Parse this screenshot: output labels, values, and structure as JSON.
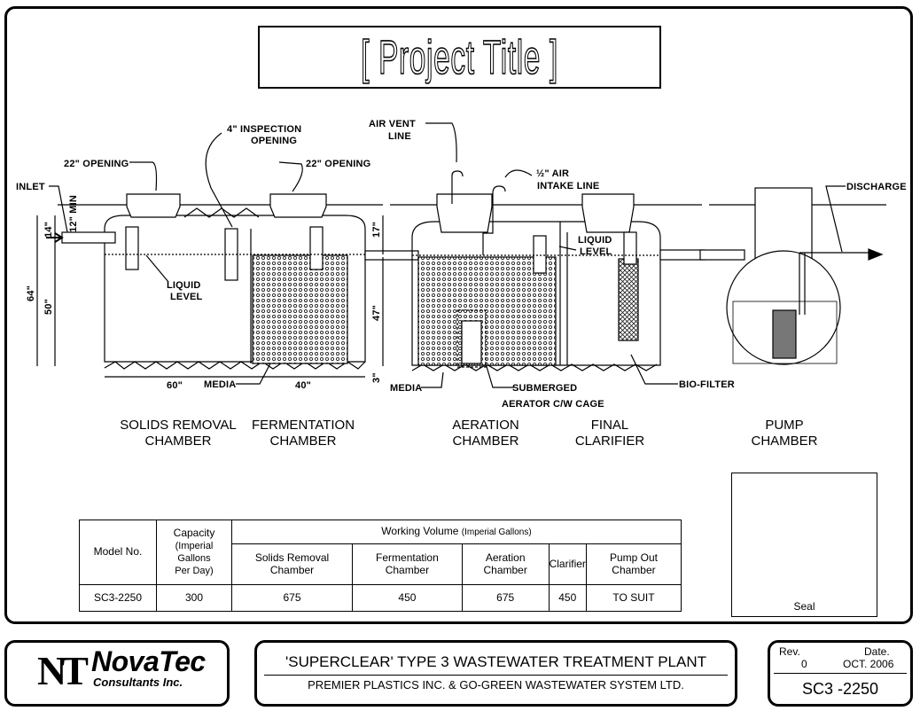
{
  "project_title": "[ Project Title ]",
  "labels": {
    "opening_22_left": "22\" OPENING",
    "inspection_1": "4\" INSPECTION",
    "inspection_2": "OPENING",
    "opening_22_right": "22\" OPENING",
    "inlet": "INLET",
    "liquid_level_1": "LIQUID",
    "liquid_level_2": "LEVEL",
    "media_left": "MEDIA",
    "air_vent_1": "AIR VENT",
    "air_vent_2": "LINE",
    "air_intake_1": "½\" AIR",
    "air_intake_2": "INTAKE LINE",
    "liquid_level_r1": "LIQUID",
    "liquid_level_r2": "LEVEL",
    "discharge": "DISCHARGE",
    "media_right": "MEDIA",
    "submerged_1": "SUBMERGED",
    "submerged_2": "AERATOR C/W CAGE",
    "bio_filter": "BIO-FILTER"
  },
  "dimensions": {
    "d14": "14\"",
    "d12min": "12\" MIN",
    "d64": "64\"",
    "d50": "50\"",
    "d60": "60\"",
    "d40": "40\"",
    "d17": "17\"",
    "d47": "47\"",
    "d3": "3\""
  },
  "chambers": {
    "solids_1": "SOLIDS REMOVAL",
    "solids_2": "CHAMBER",
    "ferment_1": "FERMENTATION",
    "ferment_2": "CHAMBER",
    "aeration_1": "AERATION",
    "aeration_2": "CHAMBER",
    "final_1": "FINAL",
    "final_2": "CLARIFIER",
    "pump_1": "PUMP",
    "pump_2": "CHAMBER"
  },
  "table": {
    "model_header": "Model No.",
    "capacity_header_1": "Capacity",
    "capacity_header_2": "(Imperial",
    "capacity_header_3": "Gallons",
    "capacity_header_4": "Per Day)",
    "working_volume_header": "Working Volume",
    "working_volume_unit": "(Imperial Gallons)",
    "columns": [
      "Solids Removal Chamber",
      "Fermentation Chamber",
      "Aeration Chamber",
      "Clarifier",
      "Pump Out Chamber"
    ],
    "row": {
      "model": "SC3-2250",
      "capacity": "300",
      "values": [
        "675",
        "450",
        "675",
        "450",
        "TO SUIT"
      ]
    }
  },
  "seal_label": "Seal",
  "title_block": {
    "logo_mark": "NT",
    "logo_name": "NovaTec",
    "logo_sub": "Consultants Inc.",
    "main_title": "'SUPERCLEAR' TYPE 3 WASTEWATER TREATMENT PLANT",
    "sub_title": "PREMIER PLASTICS INC. & GO-GREEN WASTEWATER SYSTEM LTD.",
    "rev_label": "Rev.",
    "rev_value": "0",
    "date_label": "Date.",
    "date_value": "OCT. 2006",
    "drawing_no": "SC3 -2250"
  }
}
